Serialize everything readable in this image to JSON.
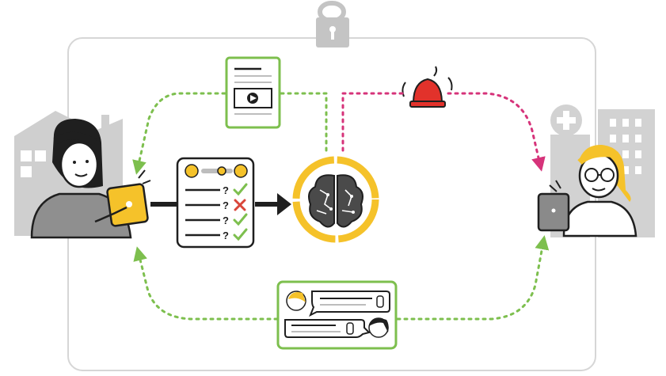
{
  "colors": {
    "frame": "#d6d6d6",
    "green": "#7dbf4e",
    "pink": "#d6337a",
    "yellow": "#f5c22a",
    "ink": "#1f1f1f",
    "building": "#c9c9c9",
    "red_alert": "#e2322b",
    "cross_red": "#d9463a"
  },
  "icons": {
    "lock": "lock-icon",
    "patient": "patient-with-tablet-illustration",
    "doctor": "doctor-with-laptop-illustration",
    "questionnaire": "questionnaire-card-icon",
    "brain": "ai-brain-icon",
    "alert": "alarm-bell-icon",
    "content": "video-document-icon",
    "chat": "chat-conversation-icon",
    "home": "home-building-icon",
    "hospital": "hospital-building-icon"
  },
  "questionnaire": {
    "questions": [
      {
        "mark": "?",
        "answer": "check"
      },
      {
        "mark": "?",
        "answer": "cross"
      },
      {
        "mark": "?",
        "answer": "check"
      },
      {
        "mark": "?",
        "answer": "check"
      }
    ]
  }
}
